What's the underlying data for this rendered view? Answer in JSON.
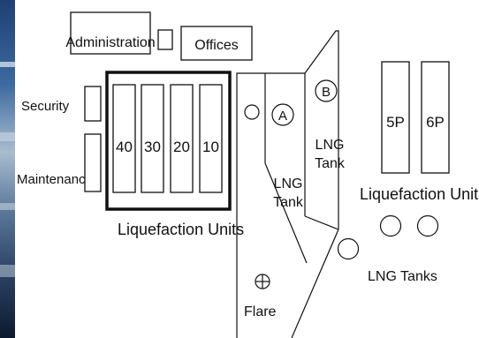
{
  "diagram": {
    "buildings": {
      "administration": "Administration",
      "offices": "Offices",
      "security": "Security",
      "maintenance": "Maintenance"
    },
    "liquefaction_west": {
      "label": "Liquefaction Units",
      "units": [
        "40",
        "30",
        "20",
        "10"
      ]
    },
    "liquefaction_east": {
      "label": "Liquefaction Units",
      "units": [
        "5P",
        "6P"
      ]
    },
    "tank_a": {
      "marker": "A",
      "label_line1": "LNG",
      "label_line2": "Tank"
    },
    "tank_b": {
      "marker": "B",
      "label_line1": "LNG",
      "label_line2": "Tank"
    },
    "lng_tanks_label": "LNG Tanks",
    "flare_label": "Flare",
    "colors": {
      "photo_sky": "#1f3f73",
      "photo_mid": "#8fa6bf",
      "photo_dark": "#0d1a2e"
    }
  }
}
